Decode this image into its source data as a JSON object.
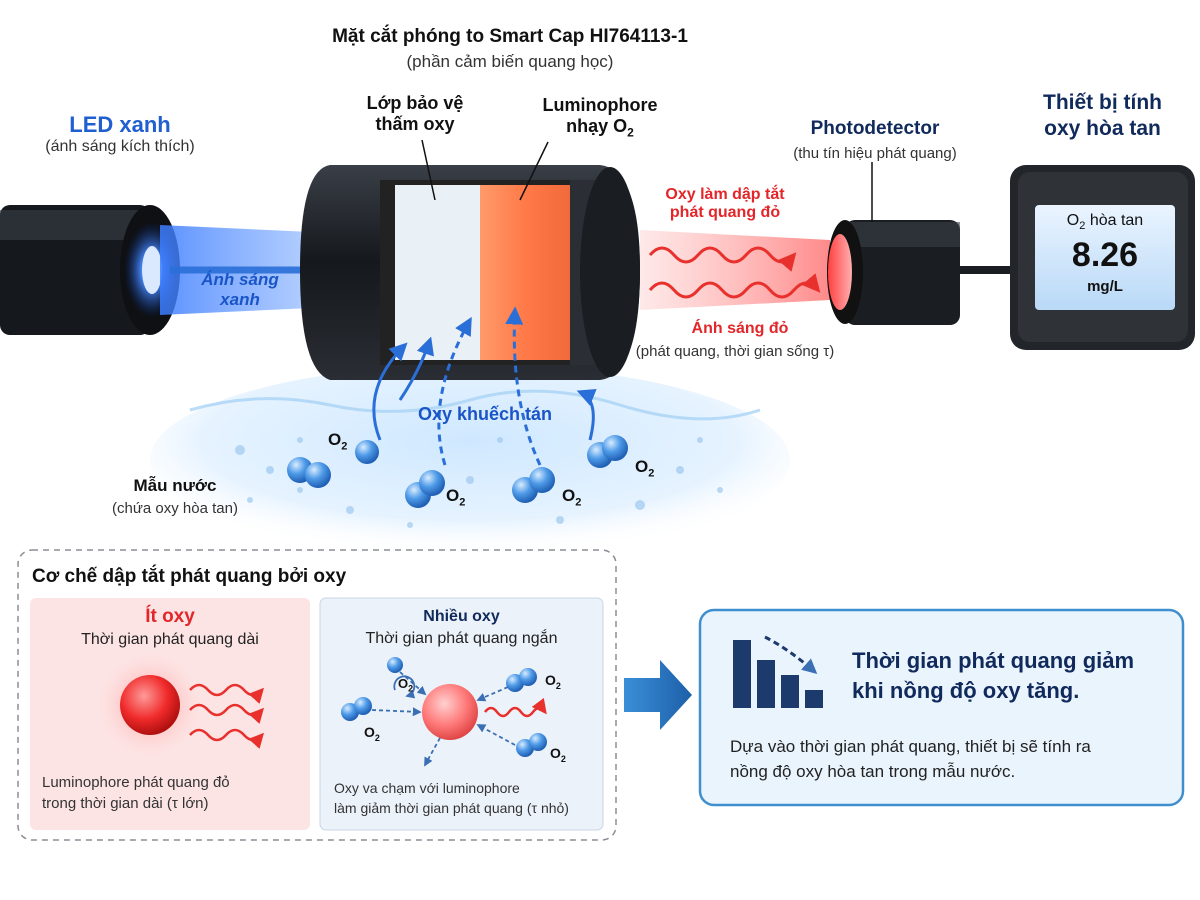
{
  "title": "Mặt cắt phóng to Smart Cap HI764113-1",
  "subtitle": "(phần cảm biến quang học)",
  "led": {
    "label": "LED xanh",
    "sub": "(ánh sáng kích thích)"
  },
  "blue_light": {
    "line1": "Ánh sáng",
    "line2": "xanh"
  },
  "protect_layer": {
    "line1": "Lớp bảo vệ",
    "line2": "thấm oxy"
  },
  "luminophore": {
    "line1": "Luminophore",
    "line2": "nhạy O",
    "sub_index": "2"
  },
  "quench": {
    "line1": "Oxy làm dập tắt",
    "line2": "phát quang đỏ"
  },
  "red_light": {
    "label": "Ánh sáng đỏ",
    "sub": "(phát quang, thời gian sống τ)"
  },
  "photodetector": {
    "label": "Photodetector",
    "sub": "(thu tín hiệu phát quang)"
  },
  "device": {
    "line1": "Thiết bị tính",
    "line2": "oxy hòa tan"
  },
  "meter": {
    "label_prefix": "O",
    "label_index": "2",
    "label_suffix": " hòa tan",
    "value": "8.26",
    "unit": "mg/L"
  },
  "diffusion": "Oxy khuếch tán",
  "o2_main": "O",
  "o2_index": "2",
  "sample": {
    "label": "Mẫu nước",
    "sub": "(chứa oxy hòa tan)"
  },
  "mechanism": {
    "title": "Cơ chế dập tắt phát quang bởi oxy",
    "low": {
      "title": "Ít oxy",
      "subtitle": "Thời gian phát quang dài",
      "desc1": "Luminophore phát quang đỏ",
      "desc2": "trong thời gian dài (τ lớn)"
    },
    "high": {
      "title": "Nhiều oxy",
      "subtitle": "Thời gian phát quang ngắn",
      "desc1": "Oxy va chạm với luminophore",
      "desc2": "làm giảm thời gian phát quang (τ nhỏ)"
    }
  },
  "result": {
    "line1": "Thời gian phát quang giảm",
    "line2": "khi nồng độ oxy tăng.",
    "desc1": "Dựa vào thời gian phát quang, thiết bị sẽ tính ra",
    "desc2": "nồng độ oxy hòa tan trong mẫu nước."
  },
  "colors": {
    "navy": "#102a5c",
    "blue": "#1f5fd0",
    "red": "#e2262a",
    "panel_blue": "#2a7fc0"
  }
}
